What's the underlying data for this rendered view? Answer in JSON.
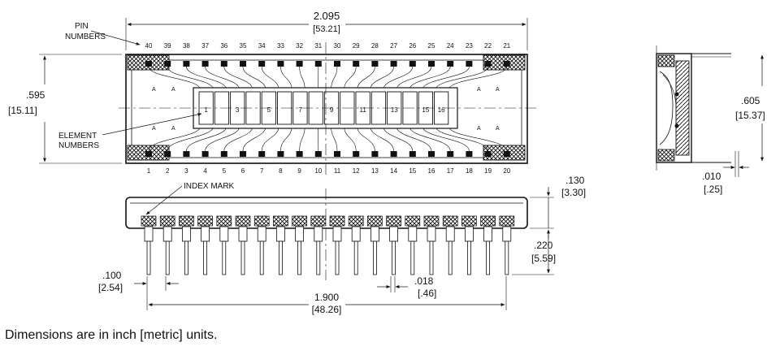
{
  "labels": {
    "pin_numbers": [
      "PIN",
      "NUMBERS"
    ],
    "element_numbers": [
      "ELEMENT",
      "NUMBERS"
    ],
    "index_mark": "INDEX MARK",
    "caption": "Dimensions are in inch [metric] units."
  },
  "top_pins": [
    "40",
    "39",
    "38",
    "37",
    "36",
    "35",
    "34",
    "33",
    "32",
    "31",
    "30",
    "29",
    "28",
    "27",
    "26",
    "25",
    "24",
    "23",
    "22",
    "21"
  ],
  "bottom_pins": [
    "1",
    "2",
    "3",
    "4",
    "5",
    "6",
    "7",
    "8",
    "9",
    "10",
    "11",
    "12",
    "13",
    "14",
    "15",
    "16",
    "17",
    "18",
    "19",
    "20"
  ],
  "elements": [
    "1",
    "",
    "3",
    "",
    "5",
    "",
    "7",
    "",
    "9",
    "",
    "11",
    "",
    "13",
    "",
    "15",
    "16"
  ],
  "segment_marks": [
    "A",
    "A",
    "A",
    "A",
    "A",
    "A",
    "A",
    "A"
  ],
  "dimensions": {
    "overall_length": {
      "inch": "2.095",
      "metric": "[53.21]"
    },
    "body_height": {
      "inch": ".595",
      "metric": "[15.11]"
    },
    "row_spacing": {
      "inch": ".605",
      "metric": "[15.37]"
    },
    "lead_thickness": {
      "inch": ".010",
      "metric": "[.25]"
    },
    "body_thickness": {
      "inch": ".130",
      "metric": "[3.30]"
    },
    "lead_length": {
      "inch": ".220",
      "metric": "[5.59]"
    },
    "pin_pitch": {
      "inch": ".100",
      "metric": "[2.54]"
    },
    "lead_width": {
      "inch": ".018",
      "metric": "[.46]"
    },
    "pin_span": {
      "inch": "1.900",
      "metric": "[48.26]"
    }
  }
}
